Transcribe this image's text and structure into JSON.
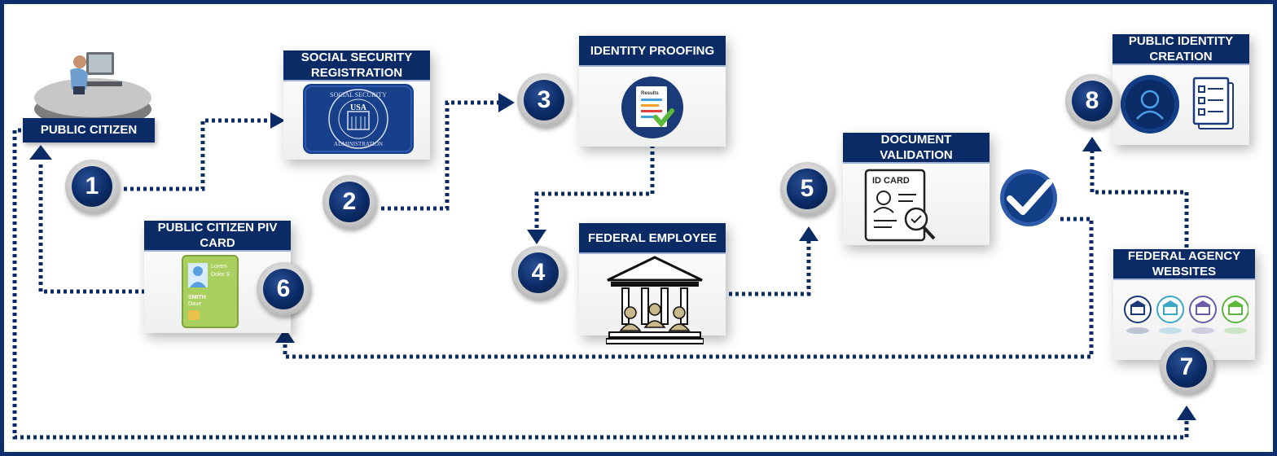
{
  "colors": {
    "navy": "#0b2b66",
    "frame": "#0d2f6b",
    "check_green": "#5cb83a"
  },
  "nodes": {
    "public_citizen": {
      "label": "PUBLIC CITIZEN",
      "icon": "computer-user-icon"
    },
    "social_security": {
      "title": "SOCIAL SECURITY REGISTRATION",
      "icon": "social-security-seal-icon",
      "seal_text": "SOCIAL SECURITY",
      "seal_bottom": "ADMINISTRATION",
      "seal_center": "USA"
    },
    "identity_proofing": {
      "title": "IDENTITY PROOFING",
      "icon": "results-document-icon",
      "doc_text": "Results"
    },
    "federal_employee": {
      "title": "FEDERAL EMPLOYEE",
      "icon": "government-building-people-icon"
    },
    "document_validation": {
      "title": "DOCUMENT VALIDATION",
      "icon": "id-card-search-icon",
      "card_text": "ID CARD",
      "extra_icon": "checkmark-circle-icon"
    },
    "piv_card": {
      "title": "PUBLIC CITIZEN PIV CARD",
      "icon": "piv-card-icon",
      "card_line1": "Lorem",
      "card_line2": "Dolor S",
      "card_name1": "SMITH",
      "card_name2": "Dave"
    },
    "agency_websites": {
      "title": "FEDERAL AGENCY WEBSITES",
      "icon": "agency-building-icons"
    },
    "identity_creation": {
      "title": "PUBLIC IDENTITY CREATION",
      "icon": "user-profile-checklist-icon"
    }
  },
  "steps": [
    "1",
    "2",
    "3",
    "4",
    "5",
    "6",
    "7",
    "8"
  ]
}
